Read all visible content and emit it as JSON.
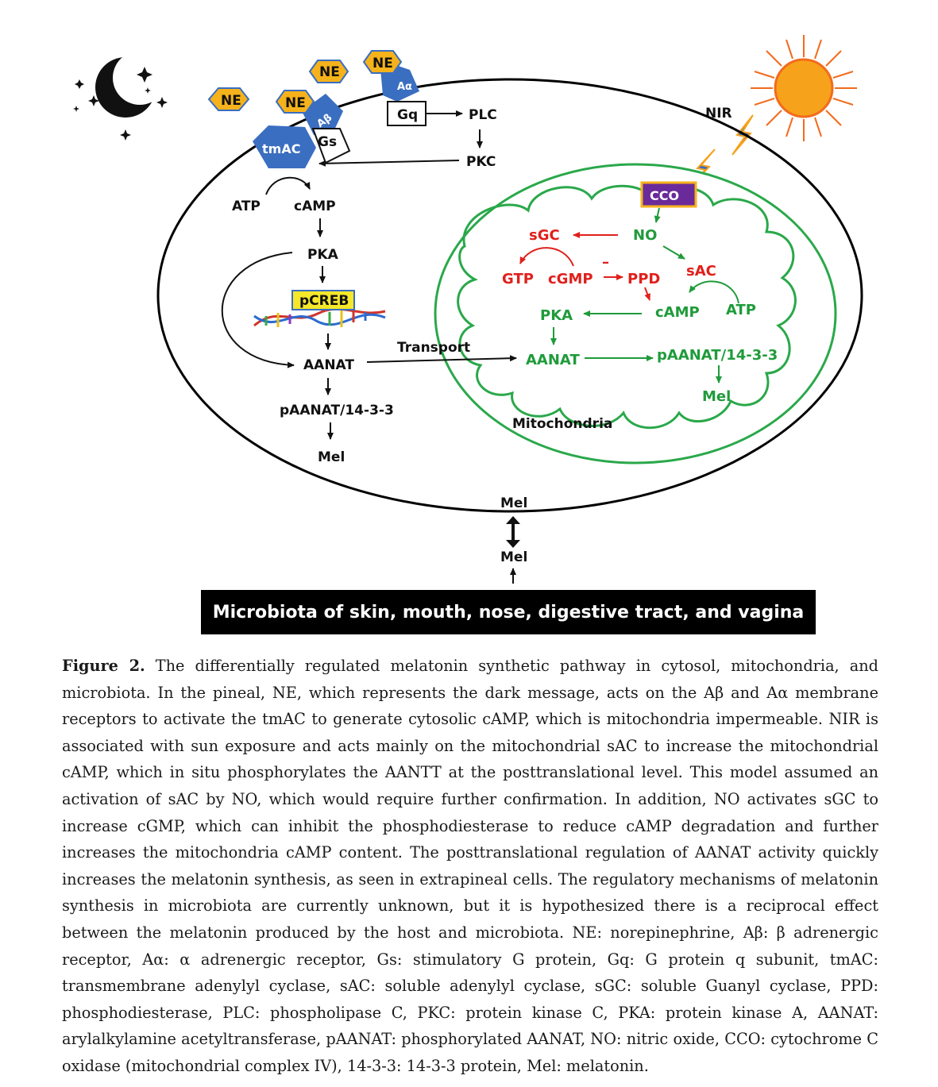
{
  "diagram": {
    "ne1": "NE",
    "ne2": "NE",
    "ne3": "NE",
    "ne4": "NE",
    "a_beta": "Aβ",
    "a_alpha": "Aα",
    "gs": "Gs",
    "gq": "Gq",
    "tmac": "tmAC",
    "plc": "PLC",
    "pkc": "PKC",
    "atp": "ATP",
    "camp": "cAMP",
    "pka": "PKA",
    "pcreb": "pCREB",
    "aanat": "AANAT",
    "paanat": "pAANAT/14-3-3",
    "mel": "Mel",
    "transport": "Transport",
    "nir": "NIR",
    "cco": "CCO",
    "mito": {
      "sgc": "sGC",
      "no": "NO",
      "gtp": "GTP",
      "cgmp": "cGMP",
      "minus": "–",
      "ppd": "PPD",
      "sac": "sAC",
      "pka": "PKA",
      "camp": "cAMP",
      "atp": "ATP",
      "aanat": "AANAT",
      "paanat": "pAANAT/14-3-3",
      "mel": "Mel",
      "label": "Mitochondria"
    },
    "mel_out": "Mel",
    "mel_micro": "Mel",
    "banner": "Microbiota of skin, mouth, nose, digestive tract, and vagina"
  },
  "caption": {
    "label": "Figure 2.",
    "text": "The differentially regulated melatonin synthetic pathway in cytosol, mitochondria, and microbiota. In the pineal, NE, which represents the dark message, acts on the Aβ and Aα membrane receptors to activate the tmAC to generate cytosolic cAMP, which is mitochondria impermeable. NIR is associated with sun exposure and acts mainly on the mitochondrial sAC to increase the mitochondrial cAMP, which in situ phosphorylates the AANTT at the posttranslational level. This model assumed an activation of sAC by NO, which would require further confirmation. In addition, NO activates sGC to increase cGMP, which can inhibit the phosphodiesterase to reduce cAMP degradation and further increases the mitochondria cAMP content. The posttranslational regulation of AANAT activity quickly increases the melatonin synthesis, as seen in extrapineal cells. The regulatory mechanisms of melatonin synthesis in microbiota are currently unknown, but it is hypothesized there is a reciprocal effect between the melatonin produced by the host and microbiota. NE: norepinephrine, Aβ: β adrenergic receptor, Aα: α adrenergic receptor, Gs: stimulatory G protein, Gq: G protein q subunit, tmAC: transmembrane adenylyl cyclase, sAC: soluble adenylyl cyclase, sGC: soluble Guanyl cyclase, PPD: phosphodiesterase, PLC: phospholipase C, PKC: protein kinase C, PKA: protein kinase A, AANAT: arylalkylamine acetyltransferase, pAANAT: phosphorylated AANAT, NO: nitric oxide, CCO: cytochrome C oxidase (mitochondrial complex IV), 14-3-3: 14-3-3 protein, Mel: melatonin."
  },
  "colors": {
    "membrane": "#000000",
    "mitochondria": "#2aa84a",
    "ne_badge": "#f6b21b",
    "receptor": "#3a6ec0",
    "cco_box": "#6a2a9a",
    "pcreb_box": "#f5e72a",
    "sun": "#f7a21b",
    "mito_red": "#e0201c",
    "mito_green": "#1f9b3a"
  },
  "icons": [
    "moon-icon",
    "star-icon",
    "sun-icon",
    "lightning-icon",
    "dna-icon"
  ]
}
